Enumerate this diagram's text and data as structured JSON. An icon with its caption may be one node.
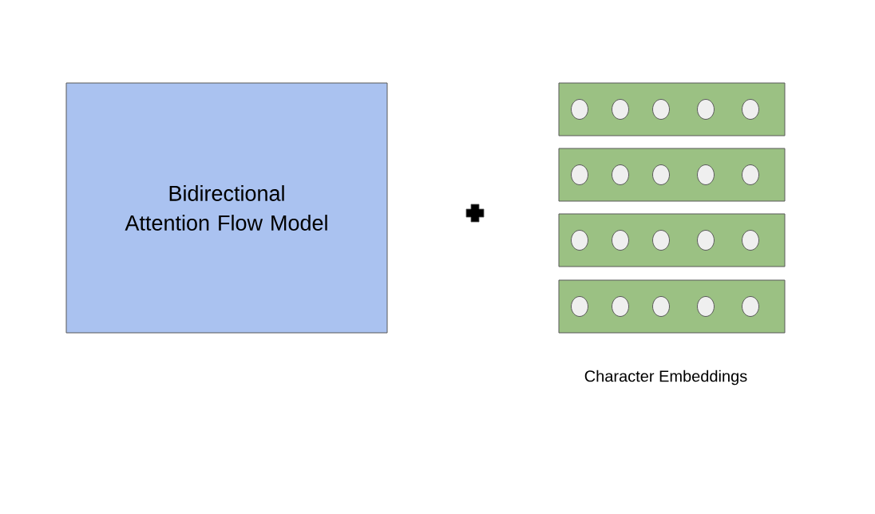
{
  "diagram": {
    "nodes": [
      {
        "text": [
          "Bidirectional Attention Flow Model"
        ]
      },
      {
        "text": [],
        "shape": "bar"
      },
      {
        "text": [],
        "shape": "bar"
      },
      {
        "text": [],
        "shape": "bar"
      },
      {
        "text": [],
        "shape": "bar"
      }
    ],
    "labels": [
      "Character Embeddings"
    ]
  }
}
